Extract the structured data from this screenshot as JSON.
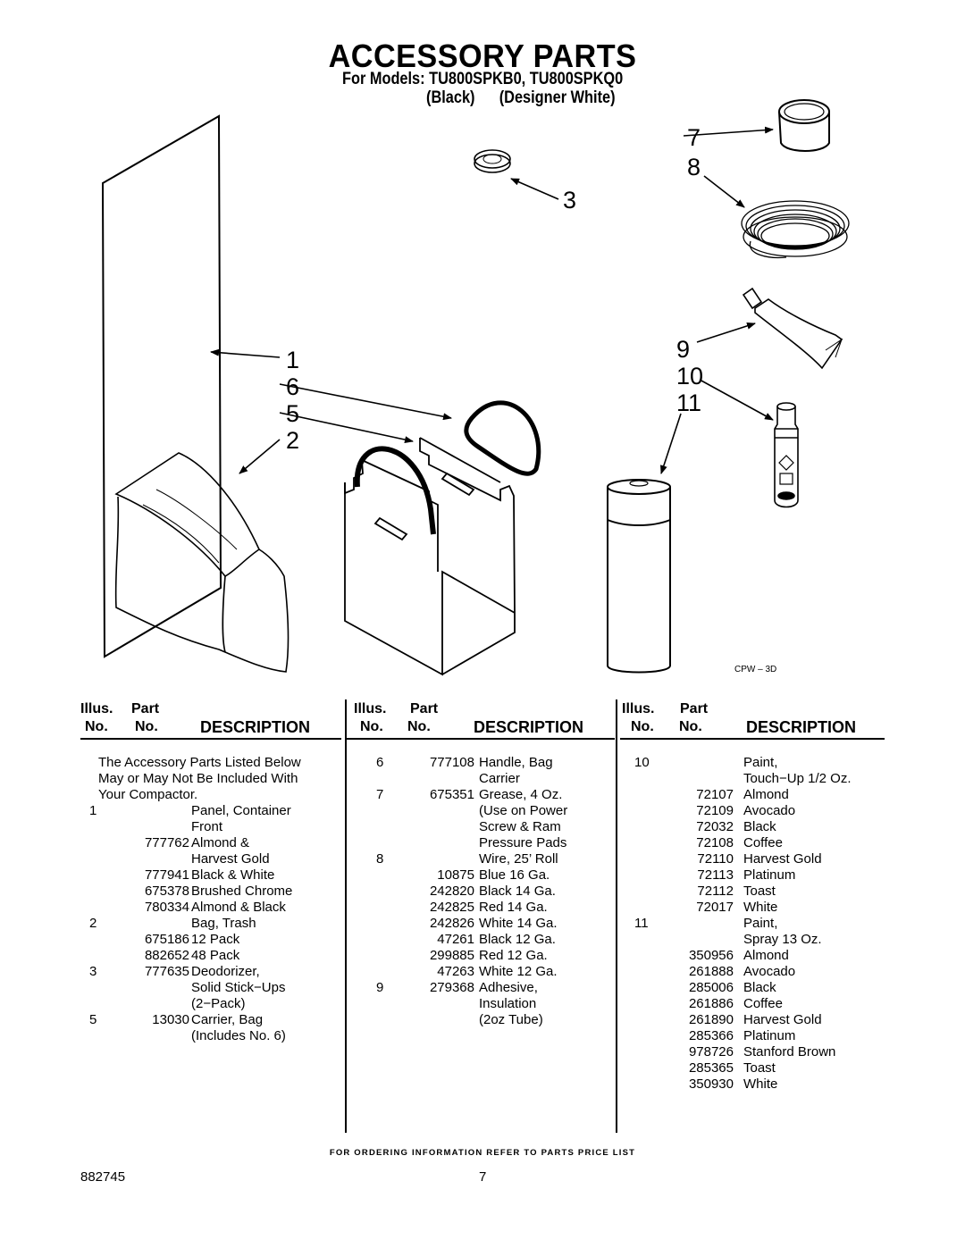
{
  "header": {
    "title": "ACCESSORY PARTS",
    "models_line": "For Models: TU800SPKB0, TU800SPKQ0",
    "colors_line": "(Black)      (Designer White)"
  },
  "illustration": {
    "callouts": [
      "1",
      "6",
      "5",
      "2",
      "3",
      "7",
      "8",
      "9",
      "10",
      "11"
    ],
    "code": "CPW – 3D"
  },
  "table": {
    "header": {
      "illus": "Illus.",
      "no1": "No.",
      "part": "Part",
      "no2": "No.",
      "description": "DESCRIPTION"
    },
    "columns": [
      [
        {
          "illus": "",
          "part": "",
          "desc": "The Accessory Parts Listed Below",
          "note": true
        },
        {
          "illus": "",
          "part": "",
          "desc": "May or May Not Be Included With",
          "note": true
        },
        {
          "illus": "",
          "part": "",
          "desc": "Your Compactor.",
          "note": true
        },
        {
          "illus": "1",
          "part": "",
          "desc": "Panel, Container"
        },
        {
          "illus": "",
          "part": "",
          "desc": "Front"
        },
        {
          "illus": "",
          "part": "777762",
          "desc": "Almond &"
        },
        {
          "illus": "",
          "part": "",
          "desc": "Harvest Gold"
        },
        {
          "illus": "",
          "part": "777941",
          "desc": "Black & White"
        },
        {
          "illus": "",
          "part": "675378",
          "desc": "Brushed Chrome"
        },
        {
          "illus": "",
          "part": "780334",
          "desc": "Almond & Black"
        },
        {
          "illus": "2",
          "part": "",
          "desc": "Bag, Trash"
        },
        {
          "illus": "",
          "part": "675186",
          "desc": "12 Pack"
        },
        {
          "illus": "",
          "part": "882652",
          "desc": "48 Pack"
        },
        {
          "illus": "3",
          "part": "777635",
          "desc": "Deodorizer,"
        },
        {
          "illus": "",
          "part": "",
          "desc": "Solid Stick−Ups"
        },
        {
          "illus": "",
          "part": "",
          "desc": "(2−Pack)"
        },
        {
          "illus": "5",
          "part": "13030",
          "desc": "Carrier, Bag"
        },
        {
          "illus": "",
          "part": "",
          "desc": "(Includes No. 6)"
        }
      ],
      [
        {
          "illus": "6",
          "part": "777108",
          "desc": "Handle, Bag"
        },
        {
          "illus": "",
          "part": "",
          "desc": "Carrier"
        },
        {
          "illus": "7",
          "part": "675351",
          "desc": "Grease, 4 Oz."
        },
        {
          "illus": "",
          "part": "",
          "desc": "(Use on Power"
        },
        {
          "illus": "",
          "part": "",
          "desc": "Screw & Ram"
        },
        {
          "illus": "",
          "part": "",
          "desc": "Pressure Pads"
        },
        {
          "illus": "8",
          "part": "",
          "desc": "Wire, 25’ Roll"
        },
        {
          "illus": "",
          "part": "10875",
          "desc": "Blue 16 Ga."
        },
        {
          "illus": "",
          "part": "242820",
          "desc": "Black 14 Ga."
        },
        {
          "illus": "",
          "part": "242825",
          "desc": "Red 14 Ga."
        },
        {
          "illus": "",
          "part": "242826",
          "desc": "White 14 Ga."
        },
        {
          "illus": "",
          "part": "47261",
          "desc": "Black 12 Ga."
        },
        {
          "illus": "",
          "part": "299885",
          "desc": "Red 12 Ga."
        },
        {
          "illus": "",
          "part": "47263",
          "desc": "White 12 Ga."
        },
        {
          "illus": "9",
          "part": "279368",
          "desc": "Adhesive,"
        },
        {
          "illus": "",
          "part": "",
          "desc": "Insulation"
        },
        {
          "illus": "",
          "part": "",
          "desc": "(2oz Tube)"
        }
      ],
      [
        {
          "illus": "10",
          "part": "",
          "desc": "Paint,"
        },
        {
          "illus": "",
          "part": "",
          "desc": "Touch−Up 1/2 Oz."
        },
        {
          "illus": "",
          "part": "72107",
          "desc": "Almond"
        },
        {
          "illus": "",
          "part": "72109",
          "desc": "Avocado"
        },
        {
          "illus": "",
          "part": "72032",
          "desc": "Black"
        },
        {
          "illus": "",
          "part": "72108",
          "desc": "Coffee"
        },
        {
          "illus": "",
          "part": "72110",
          "desc": "Harvest Gold"
        },
        {
          "illus": "",
          "part": "72113",
          "desc": "Platinum"
        },
        {
          "illus": "",
          "part": "72112",
          "desc": "Toast"
        },
        {
          "illus": "",
          "part": "72017",
          "desc": "White"
        },
        {
          "illus": "11",
          "part": "",
          "desc": "Paint,"
        },
        {
          "illus": "",
          "part": "",
          "desc": "Spray 13 Oz."
        },
        {
          "illus": "",
          "part": "350956",
          "desc": "Almond"
        },
        {
          "illus": "",
          "part": "261888",
          "desc": "Avocado"
        },
        {
          "illus": "",
          "part": "285006",
          "desc": "Black"
        },
        {
          "illus": "",
          "part": "261886",
          "desc": "Coffee"
        },
        {
          "illus": "",
          "part": "261890",
          "desc": "Harvest Gold"
        },
        {
          "illus": "",
          "part": "285366",
          "desc": "Platinum"
        },
        {
          "illus": "",
          "part": "978726",
          "desc": "Stanford Brown"
        },
        {
          "illus": "",
          "part": "285365",
          "desc": "Toast"
        },
        {
          "illus": "",
          "part": "350930",
          "desc": "White"
        }
      ]
    ]
  },
  "footer": {
    "ordering_note": "FOR ORDERING INFORMATION REFER TO PARTS PRICE LIST",
    "doc_number": "882745",
    "page_number": "7"
  }
}
